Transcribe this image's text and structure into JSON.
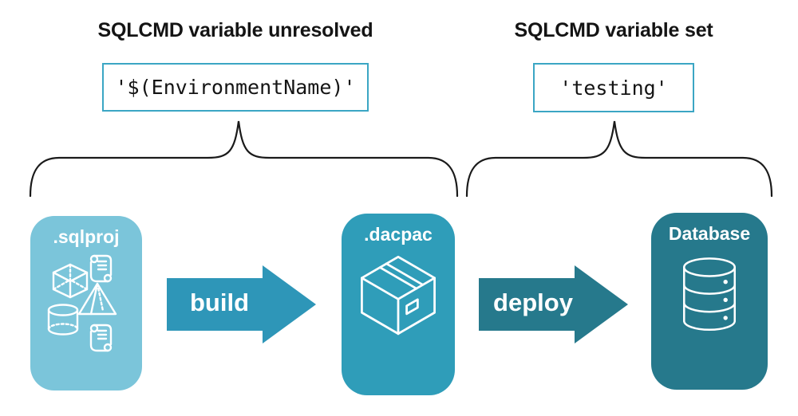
{
  "annotations": {
    "unresolved": {
      "title": "SQLCMD variable unresolved",
      "code": "'$(EnvironmentName)'"
    },
    "set": {
      "title": "SQLCMD variable set",
      "code": "'testing'"
    }
  },
  "pipeline": {
    "nodes": {
      "sqlproj": {
        "label": ".sqlproj",
        "icon": "sql-project-objects-icon",
        "color": "#7BC5DA"
      },
      "dacpac": {
        "label": ".dacpac",
        "icon": "package-box-icon",
        "color": "#2F9DB9"
      },
      "database": {
        "label": "Database",
        "icon": "database-cylinder-icon",
        "color": "#26798C"
      }
    },
    "arrows": {
      "build": {
        "label": "build",
        "color": "#2E96B8"
      },
      "deploy": {
        "label": "deploy",
        "color": "#26798C"
      }
    }
  },
  "colors": {
    "background": "#FFFFFF",
    "code_box_border": "#3BA6C4",
    "text": "#141414",
    "brace_stroke": "#1A1A1A",
    "icon_stroke": "#FFFFFF"
  }
}
